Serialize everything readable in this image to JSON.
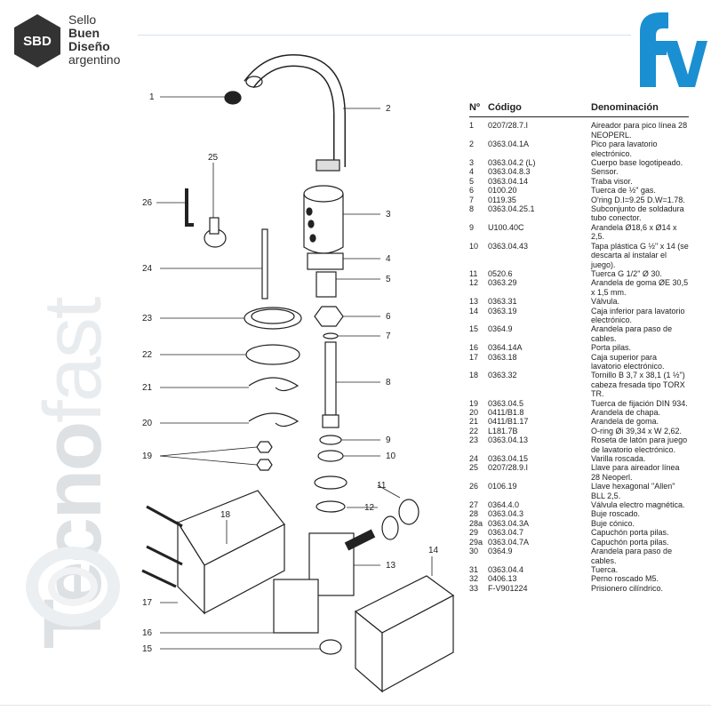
{
  "header": {
    "sbd_badge": "SBD",
    "sbd_lines": [
      "Sello",
      "Buen",
      "Diseño",
      "argentino"
    ],
    "fv_logo": "fv",
    "brand_colors": {
      "fv_blue": "#1a8fd1",
      "hex_dark": "#333333",
      "watermark": "#e6e9ec"
    }
  },
  "side_brand": {
    "part1": "Tecno",
    "part2": "fast"
  },
  "diagram": {
    "callouts_right": [
      "2",
      "3",
      "4",
      "5",
      "6",
      "7",
      "8",
      "9",
      "10",
      "11",
      "12",
      "13",
      "14"
    ],
    "callouts_left": [
      "1",
      "26",
      "25",
      "24",
      "23",
      "22",
      "21",
      "20",
      "19",
      "18",
      "17",
      "16",
      "15"
    ]
  },
  "table": {
    "headers": {
      "n": "Nº",
      "code": "Código",
      "name": "Denominación"
    },
    "rows": [
      {
        "n": "1",
        "code": "0207/28.7.I",
        "name": "Aireador para pico línea 28 NEOPERL."
      },
      {
        "n": "2",
        "code": "0363.04.1A",
        "name": "Pico para lavatorio electrónico."
      },
      {
        "n": "3",
        "code": "0363.04.2 (L)",
        "name": "Cuerpo base logotipeado."
      },
      {
        "n": "4",
        "code": "0363.04.8.3",
        "name": "Sensor."
      },
      {
        "n": "5",
        "code": "0363.04.14",
        "name": "Traba visor."
      },
      {
        "n": "6",
        "code": "0100.20",
        "name": "Tuerca de ½\" gas."
      },
      {
        "n": "7",
        "code": "0119.35",
        "name": "O'ring D.I=9.25 D.W=1.78."
      },
      {
        "n": "8",
        "code": "0363.04.25.1",
        "name": "Subconjunto de soldadura tubo conector."
      },
      {
        "n": "9",
        "code": "U100.40C",
        "name": "Arandela Ø18,6 x Ø14 x 2,5."
      },
      {
        "n": "10",
        "code": "0363.04.43",
        "name": "Tapa plástica G ½\" x 14 (se descarta al instalar el juego)."
      },
      {
        "n": "11",
        "code": "0520.6",
        "name": "Tuerca G 1/2\" Ø 30."
      },
      {
        "n": "12",
        "code": "0363.29",
        "name": "Arandela de goma ØE 30,5 x 1,5 mm."
      },
      {
        "n": "13",
        "code": "0363.31",
        "name": "Válvula."
      },
      {
        "n": "14",
        "code": "0363.19",
        "name": "Caja inferior para lavatorio electrónico."
      },
      {
        "n": "15",
        "code": "0364.9",
        "name": "Arandela para paso de cables."
      },
      {
        "n": "16",
        "code": "0364.14A",
        "name": "Porta pilas."
      },
      {
        "n": "17",
        "code": "0363.18",
        "name": "Caja superior para lavatorio electrónico."
      },
      {
        "n": "18",
        "code": "0363.32",
        "name": "Tornillo B 3,7 x 38,1 (1 ½\") cabeza fresada tipo TORX TR."
      },
      {
        "n": "19",
        "code": "0363.04.5",
        "name": "Tuerca de fijación DIN 934."
      },
      {
        "n": "20",
        "code": "0411/B1.8",
        "name": "Arandela de chapa."
      },
      {
        "n": "21",
        "code": "0411/B1.17",
        "name": "Arandela de goma."
      },
      {
        "n": "22",
        "code": "L181.7B",
        "name": "O-ring Øi 39,34 x W 2,62."
      },
      {
        "n": "23",
        "code": "0363.04.13",
        "name": "Roseta de latón para juego de lavatorio electrónico."
      },
      {
        "n": "24",
        "code": "0363.04.15",
        "name": "Varilla roscada."
      },
      {
        "n": "25",
        "code": "0207/28.9.I",
        "name": "Llave para aireador línea 28 Neoperl."
      },
      {
        "n": "26",
        "code": "0106.19",
        "name": "Llave hexagonal \"Allen\" BLL 2,5."
      },
      {
        "n": "27",
        "code": "0364.4.0",
        "name": "Válvula electro magnética."
      },
      {
        "n": "28",
        "code": "0363.04.3",
        "name": "Buje roscado."
      },
      {
        "n": "28a",
        "code": "0363.04.3A",
        "name": "Buje cónico."
      },
      {
        "n": "29",
        "code": "0363.04.7",
        "name": "Capuchón porta pilas."
      },
      {
        "n": "29a",
        "code": "0363.04.7A",
        "name": "Capuchón porta pilas."
      },
      {
        "n": "30",
        "code": "0364.9",
        "name": "Arandela para paso de cables."
      },
      {
        "n": "31",
        "code": "0363.04.4",
        "name": "Tuerca."
      },
      {
        "n": "32",
        "code": "0406.13",
        "name": "Perno roscado M5."
      },
      {
        "n": "33",
        "code": "F-V901224",
        "name": "Prisionero cilíndrico."
      }
    ]
  }
}
